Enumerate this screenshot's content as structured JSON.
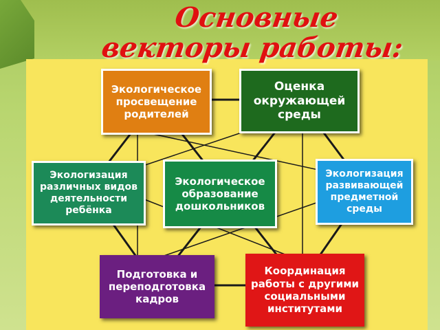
{
  "title": "Основные векторы работы:",
  "colors": {
    "background": "#b9d670",
    "panel": "#f8e55c",
    "title": "#e01010",
    "lines": "#1a1a1a"
  },
  "nodes": {
    "eco_parents": {
      "label": "Экологическое просвещение родителей",
      "color": "#e07f12"
    },
    "environment": {
      "label": "Оценка окружающей среды",
      "color": "#1e6a1e"
    },
    "activities": {
      "label": "Экологизация различных видов деятельности ребёнка",
      "color": "#1c8a58"
    },
    "center": {
      "label": "Экологическое образование дошкольников",
      "color": "#168a46"
    },
    "subject_env": {
      "label": "Экологизация развивающей предметной среды",
      "color": "#1e9ee0"
    },
    "staff": {
      "label": "Подготовка и переподготовка кадров",
      "color": "#6b1f80"
    },
    "coordination": {
      "label": "Координация работы с другими социальными институтами",
      "color": "#e01616"
    }
  }
}
